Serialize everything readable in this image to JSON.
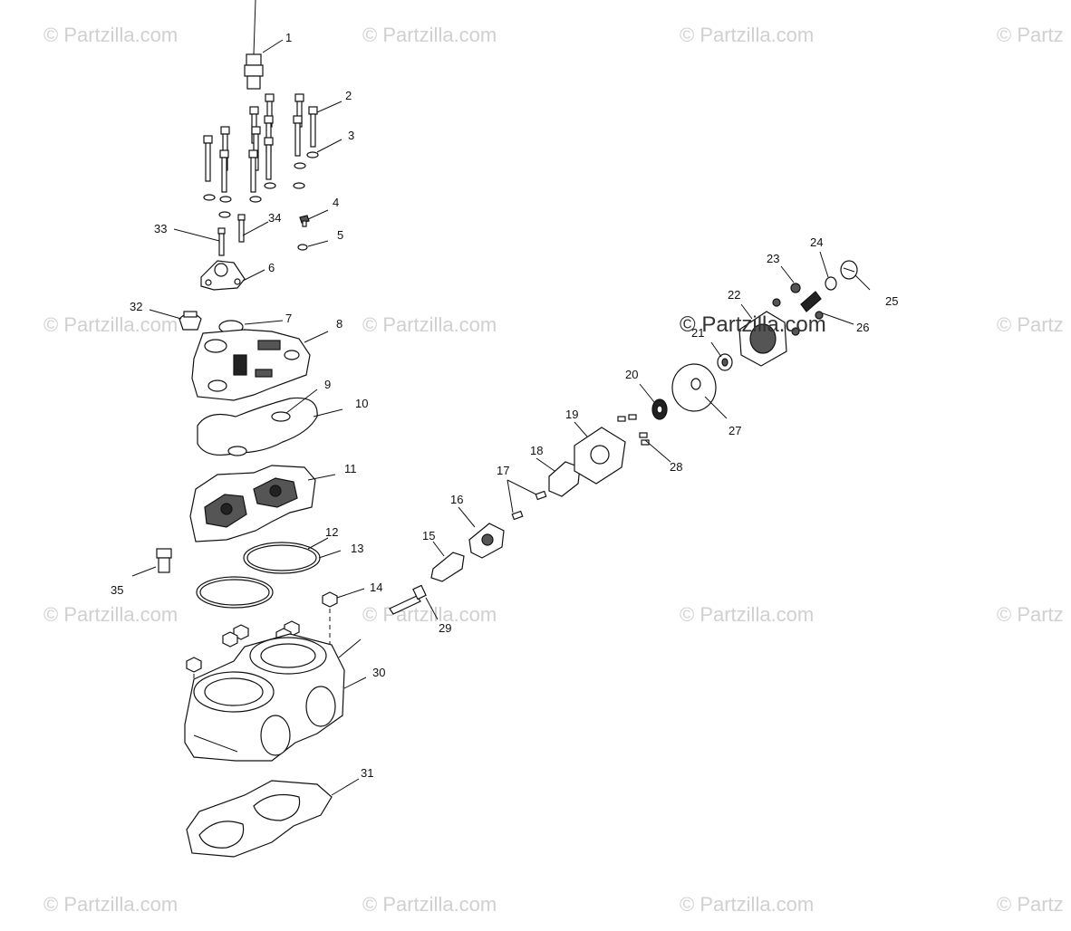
{
  "watermark": {
    "text": "© Partzilla.com",
    "text_cut": "© Partz",
    "overlay_text": "© Partzilla.com"
  },
  "callouts": {
    "c1": "1",
    "c2": "2",
    "c3": "3",
    "c4": "4",
    "c5": "5",
    "c6": "6",
    "c7": "7",
    "c8": "8",
    "c9": "9",
    "c10": "10",
    "c11": "11",
    "c12": "12",
    "c13": "13",
    "c14": "14",
    "c15": "15",
    "c16": "16",
    "c17": "17",
    "c18": "18",
    "c19": "19",
    "c20": "20",
    "c21": "21",
    "c22": "22",
    "c23": "23",
    "c24": "24",
    "c25": "25",
    "c26": "26",
    "c27": "27",
    "c28": "28",
    "c29": "29",
    "c30": "30",
    "c31": "31",
    "c32": "32",
    "c33": "33",
    "c34": "34",
    "c35": "35"
  },
  "colors": {
    "line": "#111111",
    "watermark": "#d0d0d0",
    "overlay": "#333333"
  }
}
